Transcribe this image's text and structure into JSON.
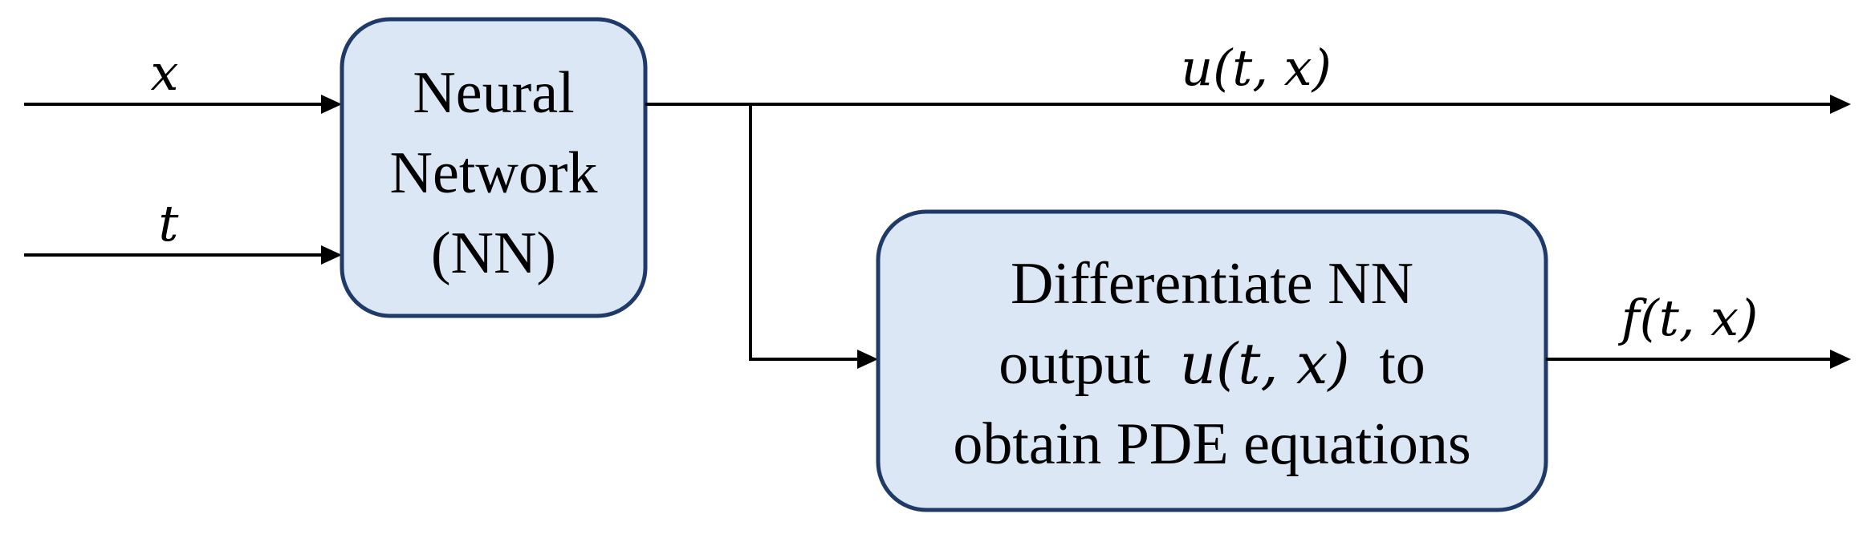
{
  "inputs": {
    "x_label": "x",
    "t_label": "t"
  },
  "nn_box": {
    "line1": "Neural",
    "line2": "Network",
    "line3": "(NN)"
  },
  "outputs": {
    "u_label": "u(t, x)",
    "f_label": "f(t, x)"
  },
  "diff_box": {
    "line1": "Differentiate NN",
    "line2_prefix": "output",
    "line2_math": "u(t, x)",
    "line2_suffix": "to",
    "line3": "obtain PDE equations"
  },
  "colors": {
    "box_fill": "#dbe7f5",
    "box_stroke": "#1f3a68",
    "line": "#000000"
  }
}
